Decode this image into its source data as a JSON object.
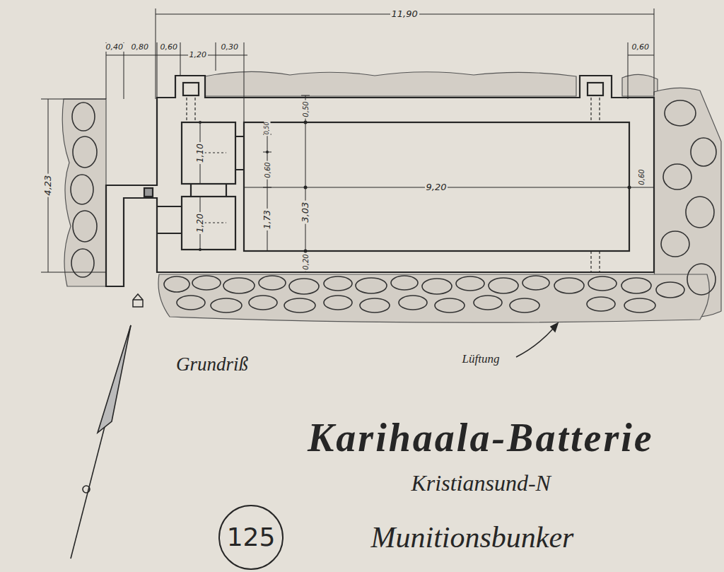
{
  "diagram": {
    "title": "Karihaala-Batterie",
    "nodes": [
      {
        "text": [
          "125"
        ]
      }
    ],
    "labels": [
      "11,90",
      "0,40",
      "0,80",
      "0,60",
      "1,20",
      "0,30",
      "0,60",
      "4,23",
      "0,50",
      "1,10",
      "0,50",
      "0,60",
      "1,73",
      "3,03",
      "9,20",
      "0,60",
      "1,20",
      "0,20",
      "Grundriß",
      "Lüftung",
      "Kristiansund-N",
      "Munitionsbunker"
    ]
  }
}
